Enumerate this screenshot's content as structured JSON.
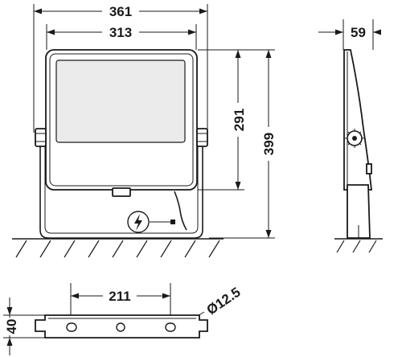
{
  "dimensions": {
    "overall_width": "361",
    "housing_width": "313",
    "housing_height": "291",
    "overall_height": "399",
    "depth": "59",
    "mount_hole_spacing": "211",
    "mount_hole_diameter": "Ø12.5",
    "bracket_height": "40"
  },
  "icons": {
    "power": "lightning-bolt-icon"
  }
}
